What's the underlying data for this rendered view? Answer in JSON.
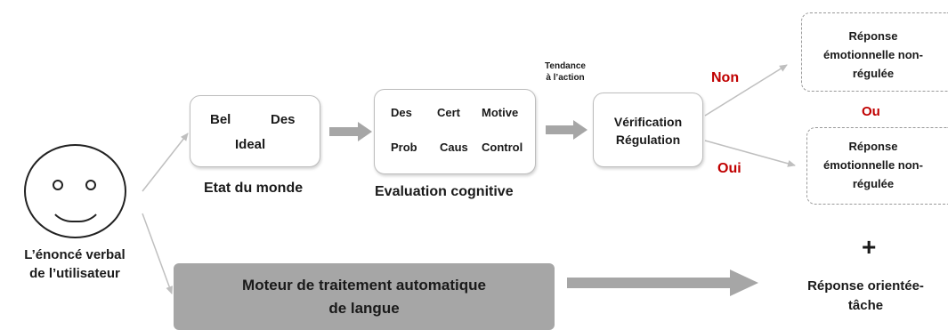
{
  "user": {
    "label_line1": "L’énoncé verbal",
    "label_line2": "de l’utilisateur"
  },
  "world_state": {
    "items": [
      "Bel",
      "Des",
      "Ideal"
    ],
    "caption": "Etat du monde"
  },
  "cognitive_eval": {
    "row1": [
      "Des",
      "Cert",
      "Motive"
    ],
    "row2": [
      "Prob",
      "Caus",
      "Control"
    ],
    "caption": "Evaluation cognitive"
  },
  "tendency_label_line1": "Tendance",
  "tendency_label_line2": "à l’action",
  "verification": {
    "line1": "Vérification",
    "line2": "Régulation"
  },
  "branch_no": "Non",
  "branch_yes": "Oui",
  "separator_or": "Ou",
  "response_top": [
    "Réponse",
    "émotionnelle non-",
    "régulée"
  ],
  "response_bottom": [
    "Réponse",
    "émotionnelle non-",
    "régulée"
  ],
  "plus_sign": "+",
  "engine": {
    "line1": "Moteur de traitement automatique",
    "line2": "de langue"
  },
  "task_response": [
    "Réponse orientée-",
    "tâche"
  ],
  "colors": {
    "accent_red": "#c00000",
    "arrow_gray": "#a6a6a6",
    "engine_fill": "#a6a6a6",
    "thin_line": "#bfbfbf"
  }
}
